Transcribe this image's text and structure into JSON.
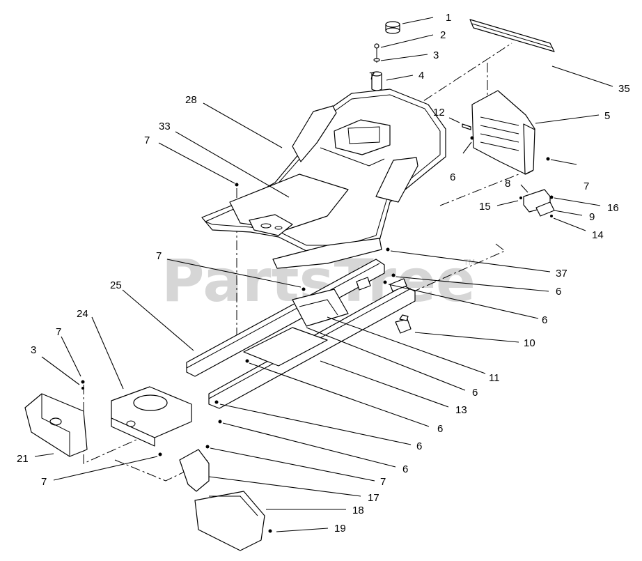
{
  "watermark": {
    "brand": "PartsTree",
    "trademark": "TM"
  },
  "callouts": [
    "1",
    "2",
    "3",
    "7",
    "4",
    "35",
    "28",
    "5",
    "12",
    "33",
    "7",
    "6",
    "7",
    "8",
    "15",
    "16",
    "9",
    "14",
    "7",
    "37",
    "25",
    "6",
    "6",
    "10",
    "11",
    "24",
    "6",
    "7",
    "13",
    "3",
    "6",
    "6",
    "21",
    "6",
    "7",
    "7",
    "17",
    "18",
    "19"
  ]
}
